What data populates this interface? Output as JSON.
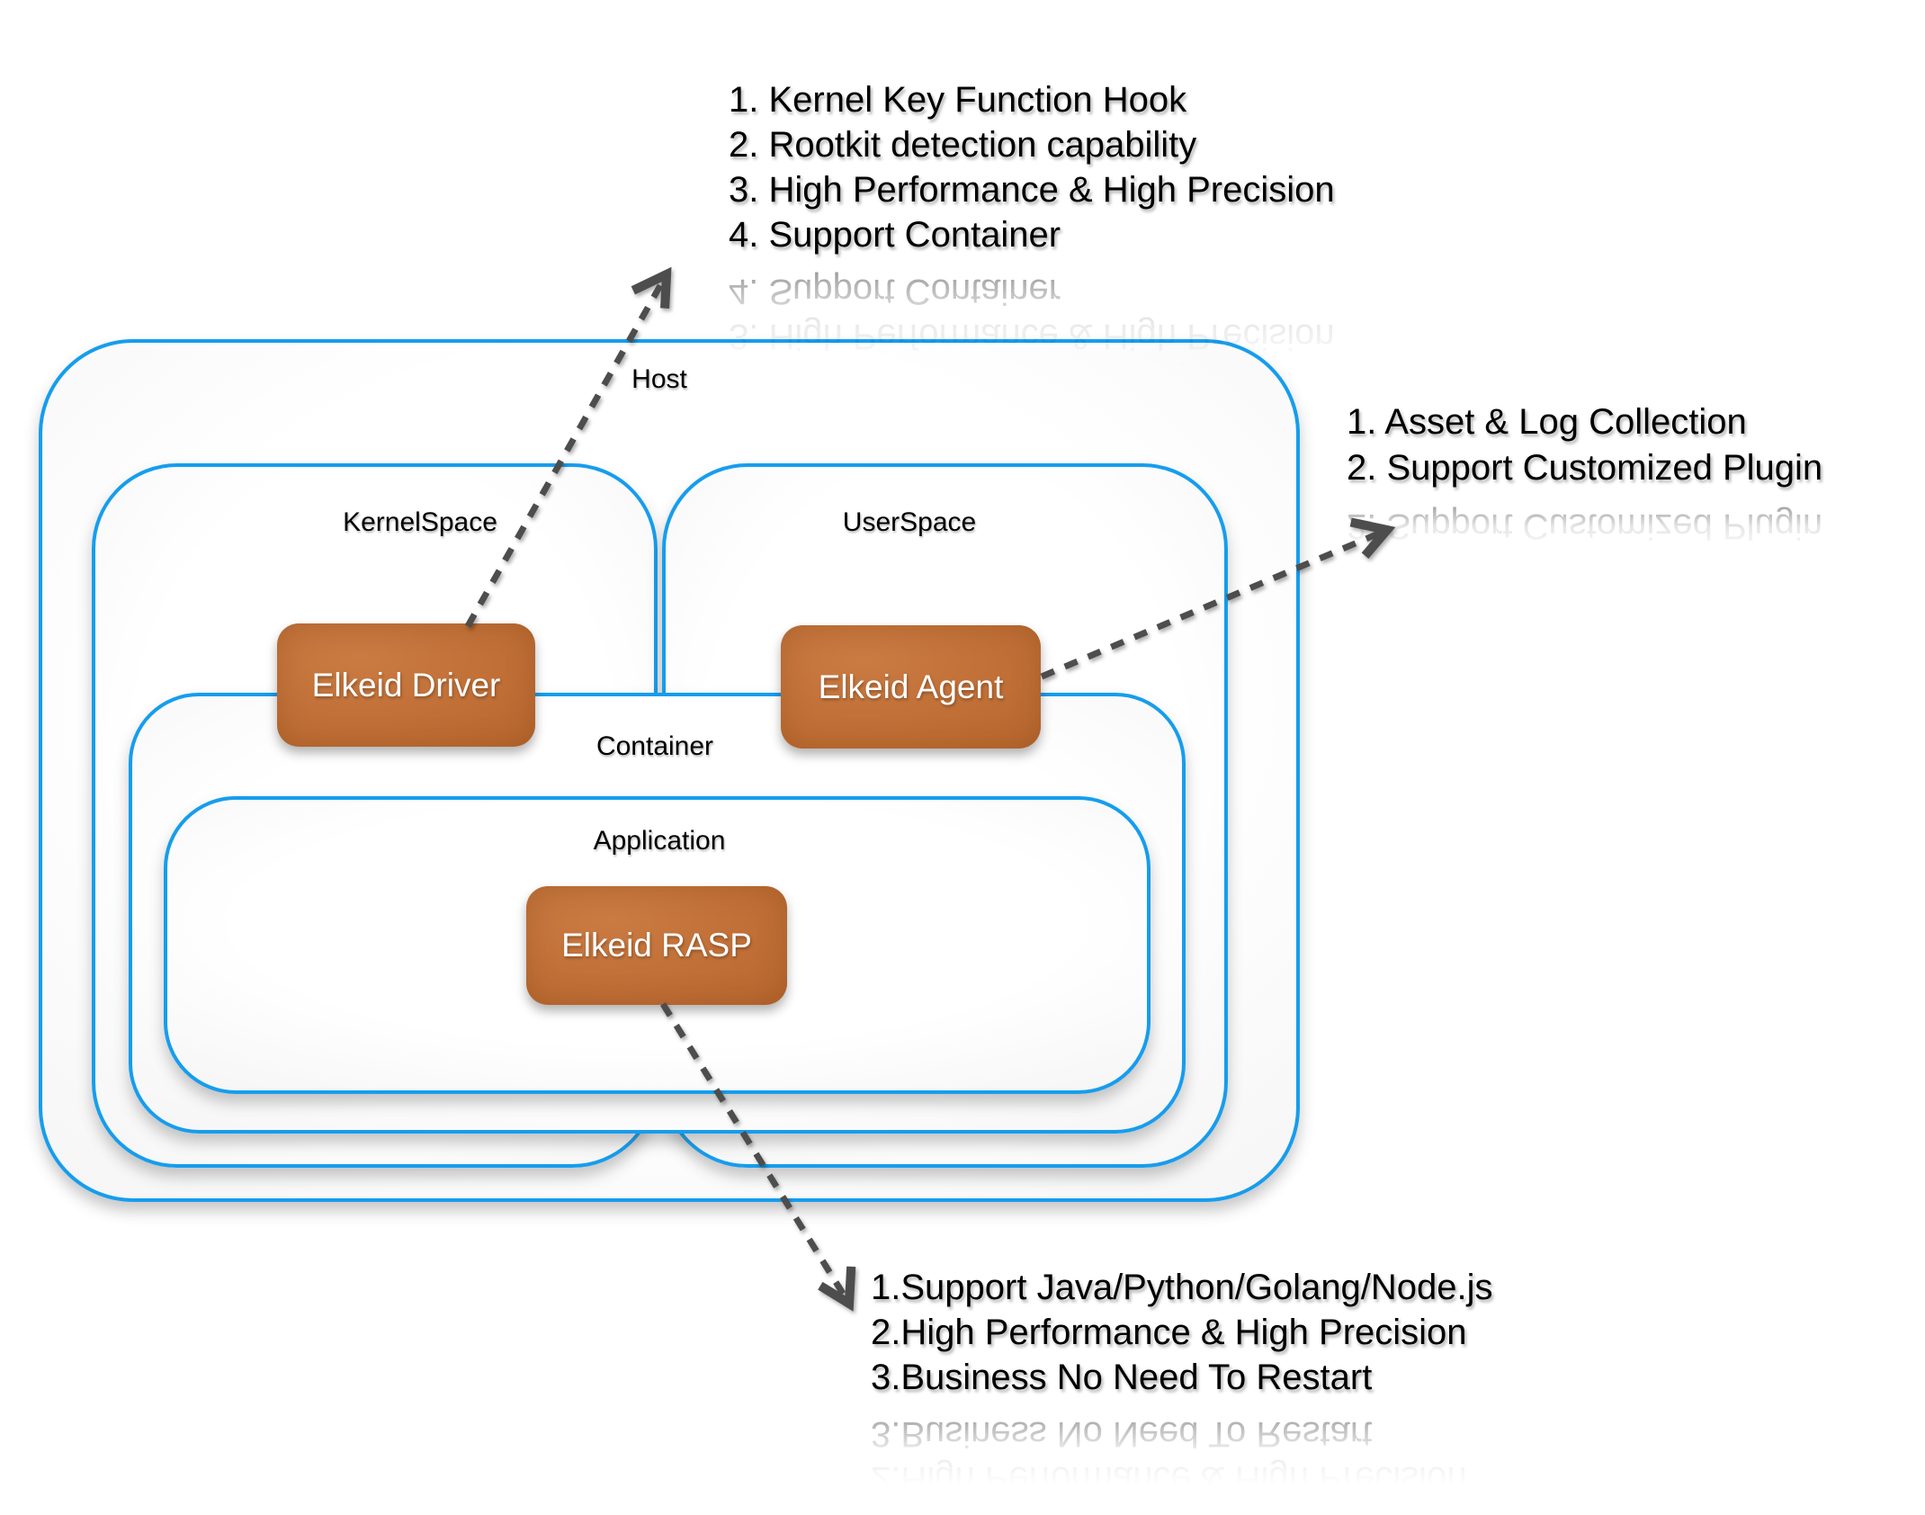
{
  "boxes": {
    "host": "Host",
    "kernelspace": "KernelSpace",
    "userspace": "UserSpace",
    "container": "Container",
    "application": "Application"
  },
  "nodes": {
    "driver": "Elkeid Driver",
    "agent": "Elkeid Agent",
    "rasp": "Elkeid RASP"
  },
  "annotations": {
    "driver_notes": {
      "lines": [
        "1. Kernel Key Function Hook",
        "2. Rootkit detection capability",
        "3. High Performance & High Precision",
        "4. Support Container"
      ]
    },
    "agent_notes": {
      "lines": [
        "1. Asset & Log Collection",
        "2. Support Customized Plugin"
      ]
    },
    "rasp_notes": {
      "lines": [
        "1.Support Java/Python/Golang/Node.js",
        "2.High Performance & High Precision",
        "3.Business No Need To Restart"
      ]
    }
  },
  "colors": {
    "box_border_blue": "#169ded",
    "node_orange": "#bd6c33",
    "arrow_gray": "#4d4d4d",
    "text_black": "#000000"
  }
}
